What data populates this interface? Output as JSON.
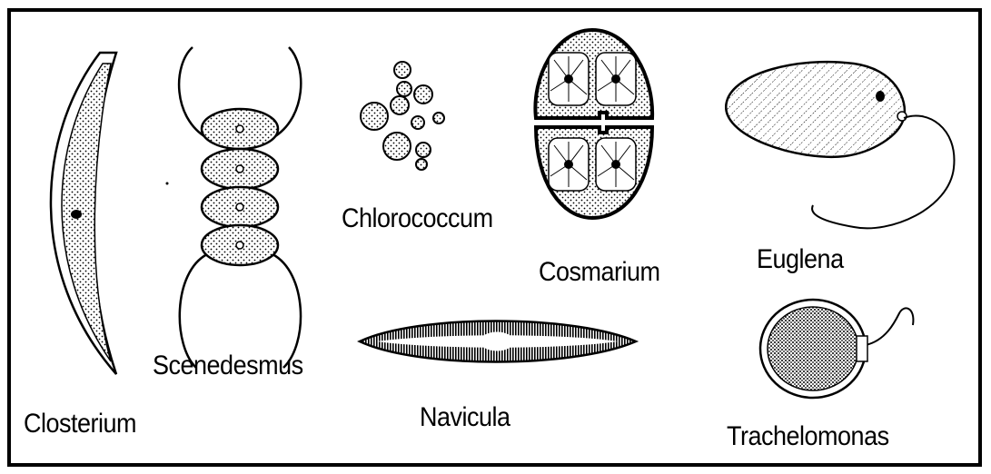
{
  "labels": {
    "closterium": "Closterium",
    "scenedesmus": "Scenedesmus",
    "chlorococcum": "Chlorococcum",
    "cosmarium": "Cosmarium",
    "euglena": "Euglena",
    "navicula": "Navicula",
    "trachelomonas": "Trachelomonas"
  }
}
